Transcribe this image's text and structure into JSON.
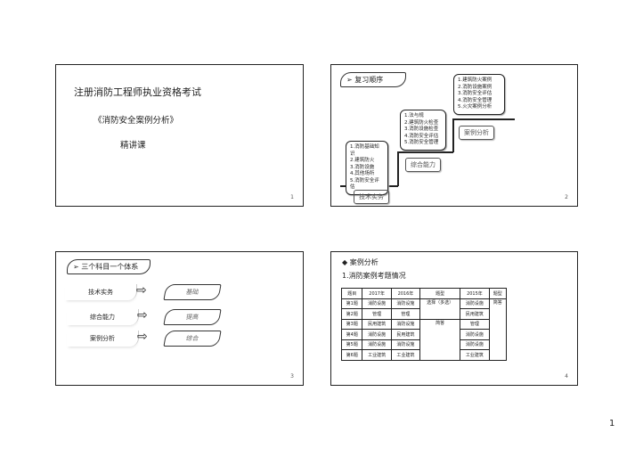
{
  "slide1": {
    "title": "注册消防工程师执业资格考试",
    "subtitle": "《消防安全案例分析》",
    "course": "精讲课",
    "page": "1"
  },
  "slide2": {
    "heading": "复习顺序",
    "box1": [
      "1.消防基础知识",
      "2.建筑防火",
      "3.消防设施",
      "4.其他场所",
      "5.消防安全评估"
    ],
    "box2": [
      "1.法与规",
      "2.建筑防火检查",
      "3.消防设施检查",
      "4.消防安全评估",
      "5.消防安全管理"
    ],
    "box3": [
      "1.建筑防火案例",
      "2.消防设施案例",
      "3.消防安全评估",
      "4.消防安全管理",
      "5.火灾案例分析"
    ],
    "label1": "技术实务",
    "label2": "综合能力",
    "label3": "案例分析",
    "page": "2"
  },
  "slide3": {
    "heading": "三个科目一个体系",
    "rows": [
      {
        "subject": "技术实务",
        "level": "基础"
      },
      {
        "subject": "综合能力",
        "level": "提高"
      },
      {
        "subject": "案例分析",
        "level": "综合"
      }
    ],
    "page": "3"
  },
  "slide4": {
    "heading": "案例分析",
    "subheading": "1.消防案例考题情况",
    "headers": [
      "题目",
      "2017年",
      "2016年",
      "题型",
      "2015年",
      "题型"
    ],
    "rows": [
      [
        "第1题",
        "消防设施",
        "消防设施",
        "选择（多选）",
        "消防设施",
        "简答"
      ],
      [
        "第2题",
        "管理",
        "管理",
        "",
        "民用建筑",
        ""
      ],
      [
        "第3题",
        "民用建筑",
        "消防设施",
        "简答",
        "管理",
        ""
      ],
      [
        "第4题",
        "消防设施",
        "民用建筑",
        "",
        "消防设施",
        ""
      ],
      [
        "第5题",
        "消防设施",
        "消防设施",
        "",
        "消防设施",
        ""
      ],
      [
        "第6题",
        "工业建筑",
        "工业建筑",
        "",
        "工业建筑",
        ""
      ]
    ],
    "page": "4"
  },
  "page_number": "1"
}
